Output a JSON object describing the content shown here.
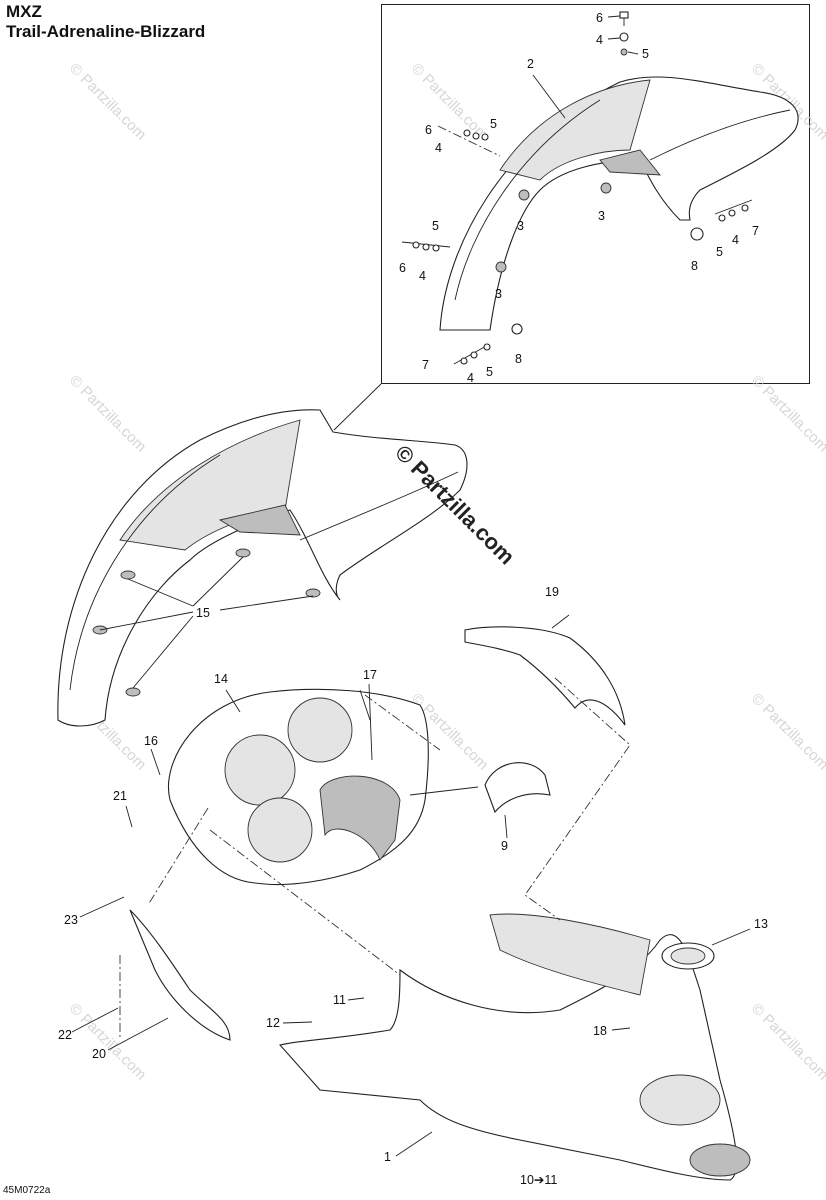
{
  "header": {
    "model": "MXZ",
    "subtitle": "Trail-Adrenaline-Blizzard"
  },
  "watermark": {
    "main": "© Partzilla.com",
    "faint": "© Partzilla.com"
  },
  "drawing_code": "45M0722a",
  "callouts": {
    "c1": "1",
    "c2": "2",
    "c3a": "3",
    "c3b": "3",
    "c3c": "3",
    "c4a": "4",
    "c4b": "4",
    "c4c": "4",
    "c4d": "4",
    "c4e": "4",
    "c5a": "5",
    "c5b": "5",
    "c5c": "5",
    "c5d": "5",
    "c5e": "5",
    "c6a": "6",
    "c6b": "6",
    "c6c": "6",
    "c7a": "7",
    "c7b": "7",
    "c8a": "8",
    "c8b": "8",
    "c9": "9",
    "c10": "10➔11",
    "c11": "11",
    "c12": "12",
    "c13": "13",
    "c14": "14",
    "c15": "15",
    "c16": "16",
    "c17": "17",
    "c18": "18",
    "c19": "19",
    "c20": "20",
    "c21": "21",
    "c22": "22",
    "c23": "23"
  }
}
